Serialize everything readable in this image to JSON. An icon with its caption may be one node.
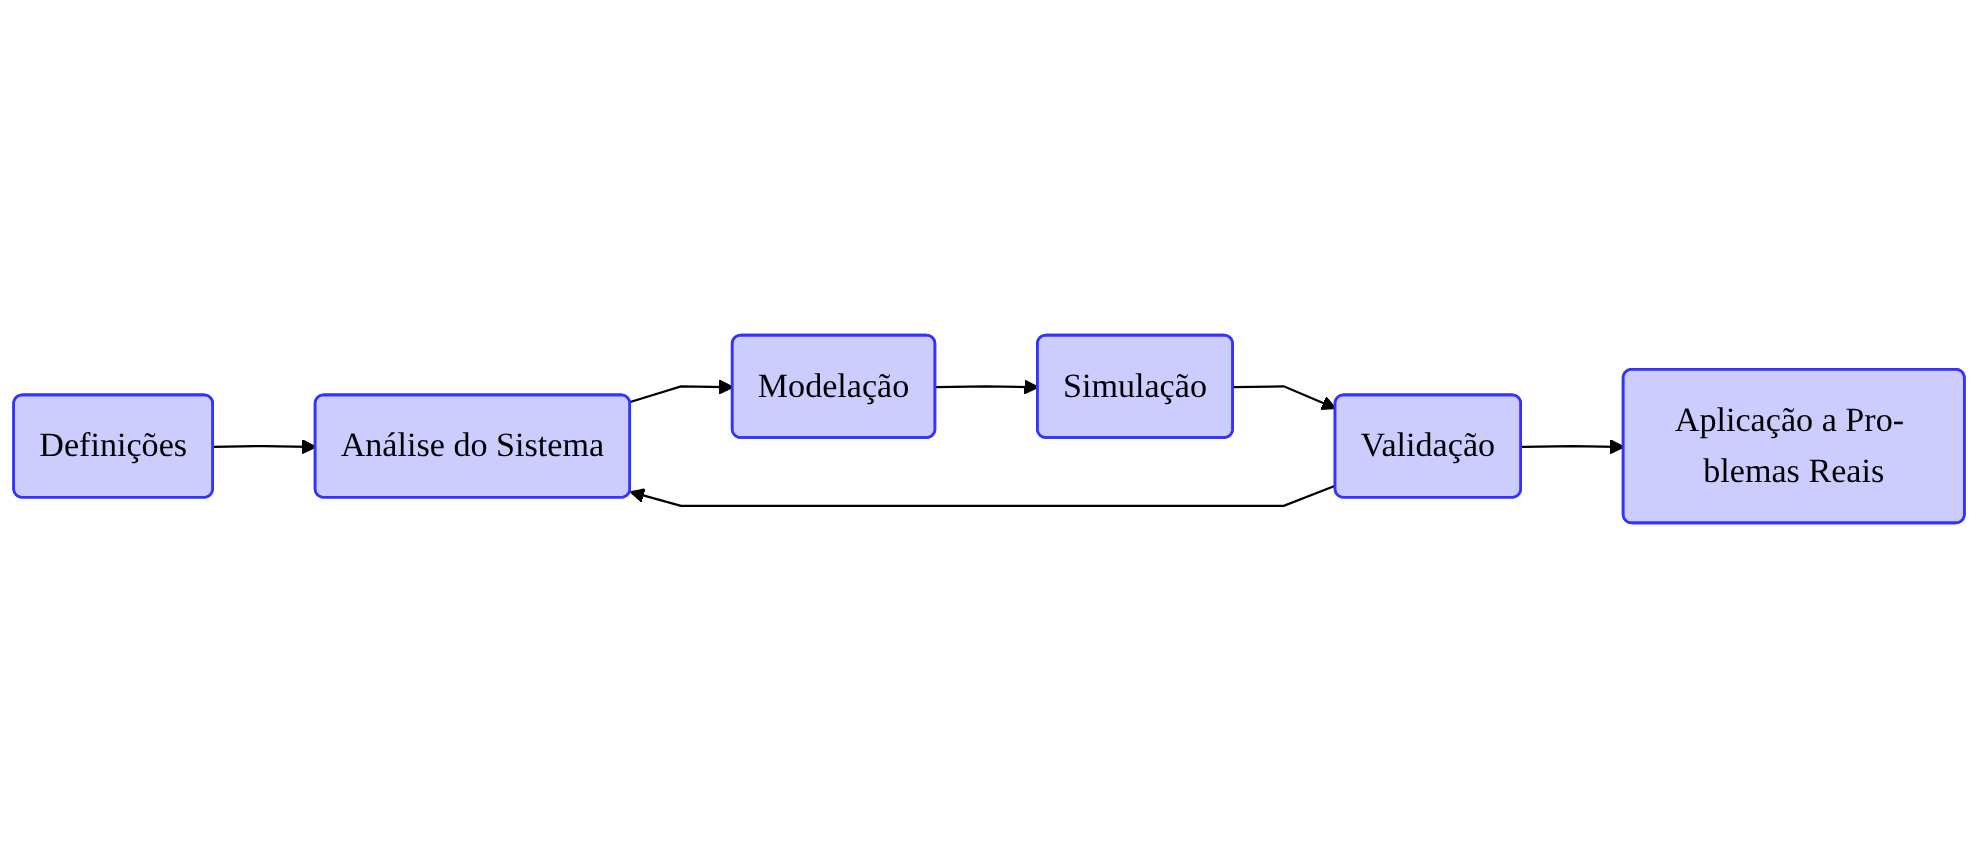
{
  "diagram": {
    "nodes": [
      {
        "text": [
          "Definições"
        ]
      },
      {
        "text": [
          "Análise do Sistema"
        ]
      },
      {
        "text": [
          "Modelação"
        ]
      },
      {
        "text": [
          "Validação"
        ]
      },
      {
        "text": [
          "Simulação"
        ]
      },
      {
        "text": [
          "Aplicação a Pro- blemas Reais"
        ]
      }
    ],
    "edges": [
      {
        "from": 0,
        "to": 1,
        "arrow": "to"
      },
      {
        "from": 1,
        "to": 2,
        "arrow": "to"
      },
      {
        "from": 2,
        "to": 4,
        "arrow": "to"
      },
      {
        "from": 4,
        "to": 3,
        "arrow": "to"
      },
      {
        "from": 3,
        "to": 1,
        "arrow": "to"
      },
      {
        "from": 3,
        "to": 5,
        "arrow": "to"
      }
    ]
  }
}
